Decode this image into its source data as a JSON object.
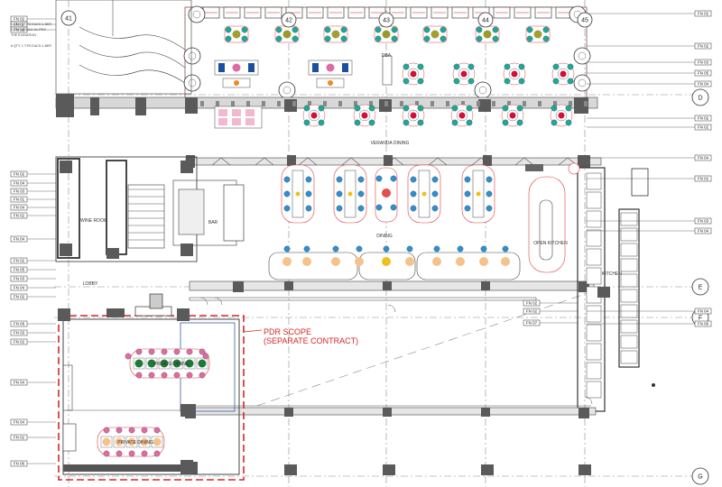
{
  "sheet": {
    "rooms": {
      "veranda_dining": "VERANDA DINING",
      "dining": "DINING",
      "open_kitchen": "OPEN KITCHEN",
      "kitchen": "KITCHEN",
      "wine_room": "WINE ROOM",
      "bar": "BAR",
      "lobby": "LOBBY",
      "dba": "DBA",
      "pdr_top": "PRIVATE DINING",
      "pdr_bottom": "PRIVATE DINING"
    },
    "scope_note": [
      "PDR SCOPE",
      "(SEPARATE CONTRACT)"
    ],
    "column_grid": [
      "41",
      "42",
      "43",
      "44",
      "45"
    ],
    "row_grid": [
      "D",
      "E",
      "F",
      "G"
    ],
    "top_left_notes": [
      "6 QTY, 1 T.PS EACH 1-BER",
      "6 THE MIDDLE A1-PRO",
      "THE ELEVATION",
      "6 QTY, 1 T.PS EACH 1-BER"
    ],
    "left_tags": [
      "FN 02",
      "FN 02",
      "FN 02",
      "FN 02",
      "FN 04",
      "FN 03",
      "FN 01",
      "FN 04",
      "FN 02",
      "FN 04",
      "FN 02",
      "FN 05",
      "FN 03",
      "FN 04",
      "FN 02",
      "FN 06",
      "FN 03",
      "FN 02",
      "FN 04",
      "FN 04",
      "FN 02",
      "FN 06"
    ],
    "right_tags": [
      "FN 02",
      "FN 02",
      "FN 03",
      "FN 05",
      "FN 04",
      "FN 02",
      "FN 02",
      "FN 04",
      "FN 02",
      "FN 03",
      "FN 04",
      "FN 04",
      "FN 06"
    ],
    "mid_tags": [
      "FN 02",
      "FN 02",
      "FN 07"
    ]
  },
  "colors": {
    "wall": "#5a5a5a",
    "pdr_scope": "#d8262a",
    "table_orange": "#f6c28b",
    "chair_blue": "#2f8fd0",
    "chair_teal": "#1fa89a",
    "chair_pink": "#e06aa3",
    "table_red": "#d0103a",
    "table_green": "#1f7a3a",
    "light_yellow": "#f0c020"
  }
}
